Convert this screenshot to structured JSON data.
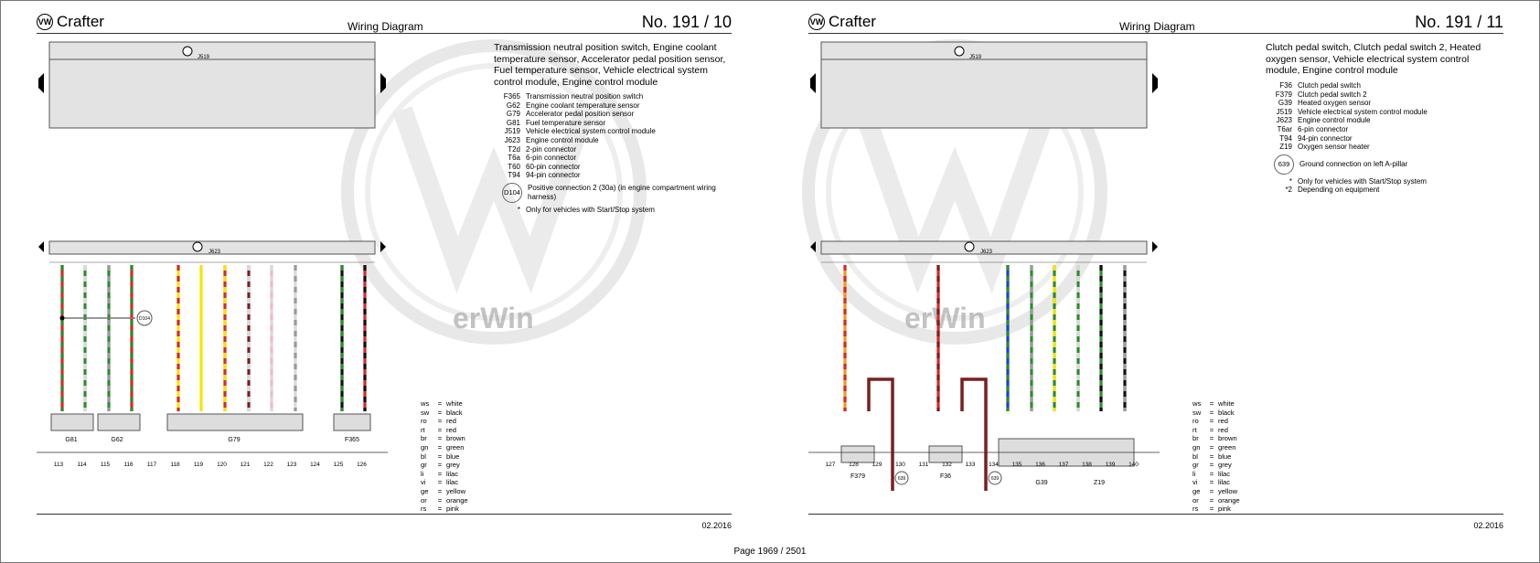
{
  "brand": "Crafter",
  "doc_type": "Wiring Diagram",
  "page_count": "Page 1969 / 2501",
  "color_legend": [
    {
      "code": "ws",
      "name": "white"
    },
    {
      "code": "sw",
      "name": "black"
    },
    {
      "code": "ro",
      "name": "red"
    },
    {
      "code": "rt",
      "name": "red"
    },
    {
      "code": "br",
      "name": "brown"
    },
    {
      "code": "gn",
      "name": "green"
    },
    {
      "code": "bl",
      "name": "blue"
    },
    {
      "code": "gr",
      "name": "grey"
    },
    {
      "code": "li",
      "name": "lilac"
    },
    {
      "code": "vi",
      "name": "lilac"
    },
    {
      "code": "ge",
      "name": "yellow"
    },
    {
      "code": "or",
      "name": "orange"
    },
    {
      "code": "rs",
      "name": "pink"
    }
  ],
  "left_sheet": {
    "doc_no": "No.  191 /  10",
    "description": "Transmission neutral position switch, Engine coolant temperature sensor, Accelerator pedal position sensor, Fuel temperature sensor, Vehicle electrical system control module, Engine control module",
    "legend": [
      {
        "code": "F365",
        "text": "Transmission neutral position switch"
      },
      {
        "code": "G62",
        "text": "Engine coolant temperature sensor"
      },
      {
        "code": "G79",
        "text": "Accelerator pedal position sensor"
      },
      {
        "code": "G81",
        "text": "Fuel temperature sensor"
      },
      {
        "code": "J519",
        "text": "Vehicle electrical system control module"
      },
      {
        "code": "J623",
        "text": "Engine control module"
      },
      {
        "code": "T2d",
        "text": "2-pin connector"
      },
      {
        "code": "T6a",
        "text": "6-pin connector"
      },
      {
        "code": "T60",
        "text": "60-pin connector"
      },
      {
        "code": "T94",
        "text": "94-pin connector"
      }
    ],
    "circle_item": {
      "code": "D104",
      "text": "Positive connection 2 (30a) (in engine compartment wiring harness)"
    },
    "notes": [
      {
        "sym": "*",
        "text": "Only for vehicles with Start/Stop system"
      }
    ],
    "date": "02.2016",
    "top_module": "J519",
    "bottom_module": "J623",
    "components": [
      "G81",
      "G62",
      "G79",
      "F365"
    ],
    "splice": "D104",
    "numbers": [
      "113",
      "114",
      "115",
      "116",
      "117",
      "118",
      "119",
      "120",
      "121",
      "122",
      "123",
      "124",
      "125",
      "126"
    ]
  },
  "right_sheet": {
    "doc_no": "No.  191 /  11",
    "description": "Clutch pedal switch, Clutch pedal switch 2, Heated oxygen sensor, Vehicle electrical system control module, Engine control module",
    "legend": [
      {
        "code": "F36",
        "text": "Clutch pedal switch"
      },
      {
        "code": "F379",
        "text": "Clutch pedal switch 2"
      },
      {
        "code": "G39",
        "text": "Heated oxygen sensor"
      },
      {
        "code": "J519",
        "text": "Vehicle electrical system control module"
      },
      {
        "code": "J623",
        "text": "Engine control module"
      },
      {
        "code": "T6ar",
        "text": "6-pin connector"
      },
      {
        "code": "T94",
        "text": "94-pin connector"
      },
      {
        "code": "Z19",
        "text": "Oxygen sensor heater"
      }
    ],
    "circle_item": {
      "code": "639",
      "text": "Ground connection on left A-pillar"
    },
    "notes": [
      {
        "sym": "*",
        "text": "Only for vehicles with Start/Stop system"
      },
      {
        "sym": "*2",
        "text": "Depending on equipment"
      }
    ],
    "date": "02.2016",
    "top_module": "J519",
    "bottom_module": "J623",
    "components": [
      "F379",
      "F36",
      "G39",
      "Z19"
    ],
    "ground": "639",
    "numbers": [
      "127",
      "128",
      "129",
      "130",
      "131",
      "132",
      "133",
      "134",
      "135",
      "136",
      "137",
      "138",
      "139",
      "140"
    ]
  },
  "watermark": "erWin",
  "wire_colors": {
    "red": "#d42a2a",
    "green": "#2e8b2e",
    "yellow": "#f5e400",
    "brown": "#7a1f1f",
    "black": "#111111",
    "blue": "#1f3fcf",
    "pink": "#f0b8c4",
    "white": "#d8d8d8",
    "orange": "#f09a1a",
    "grey": "#9a9a9a"
  }
}
